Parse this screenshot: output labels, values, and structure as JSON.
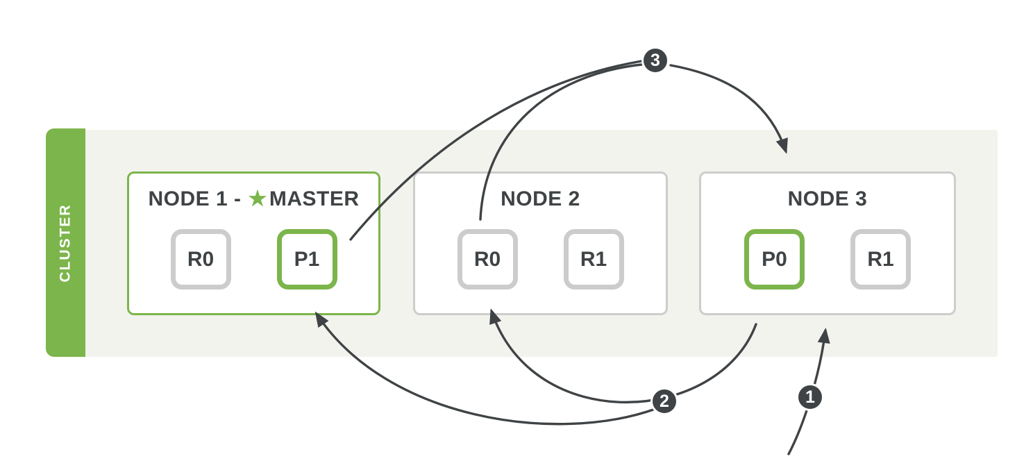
{
  "cluster": {
    "label": "CLUSTER"
  },
  "nodes": [
    {
      "name": "NODE 1 -",
      "star_glyph": "★",
      "master_label": "MASTER",
      "shards": [
        {
          "label": "R0",
          "role": "replica"
        },
        {
          "label": "P1",
          "role": "primary"
        }
      ]
    },
    {
      "name": "NODE 2",
      "shards": [
        {
          "label": "R0",
          "role": "replica"
        },
        {
          "label": "R1",
          "role": "replica"
        }
      ]
    },
    {
      "name": "NODE 3",
      "shards": [
        {
          "label": "P0",
          "role": "primary"
        },
        {
          "label": "R1",
          "role": "replica"
        }
      ]
    }
  ],
  "steps": [
    {
      "label": "1"
    },
    {
      "label": "2"
    },
    {
      "label": "3"
    }
  ],
  "colors": {
    "accent_green": "#7cb54b",
    "charcoal": "#3f4345",
    "node_border_gray": "#cdcdcb",
    "shard_border_gray": "#cccccc",
    "band_background": "#f2f3ed",
    "badge_text_white": "#ffffff"
  }
}
